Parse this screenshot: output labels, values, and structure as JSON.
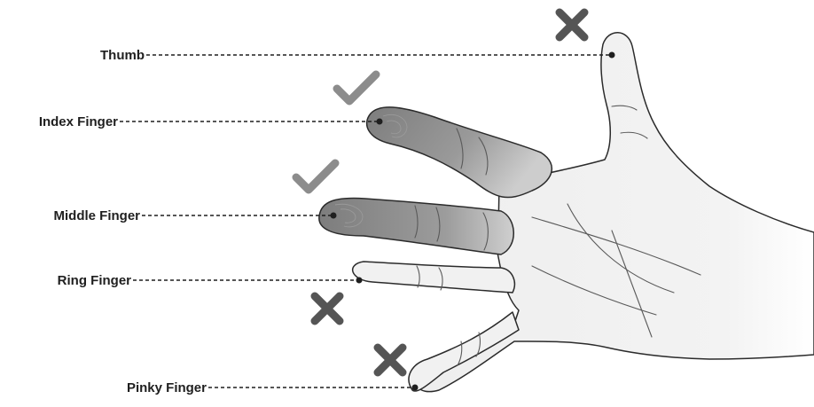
{
  "fingers": [
    {
      "label": "Thumb",
      "status": "cross"
    },
    {
      "label": "Index Finger",
      "status": "check"
    },
    {
      "label": "Middle Finger",
      "status": "check"
    },
    {
      "label": "Ring Finger",
      "status": "cross"
    },
    {
      "label": "Pinky Finger",
      "status": "cross"
    }
  ],
  "colors": {
    "check_mark": "#8c8c8c",
    "cross_mark": "#555555",
    "selected_finger": "#8a8a8a",
    "hand_fill": "#efefef"
  },
  "icons": {
    "check": "check-icon",
    "cross": "cross-icon"
  }
}
